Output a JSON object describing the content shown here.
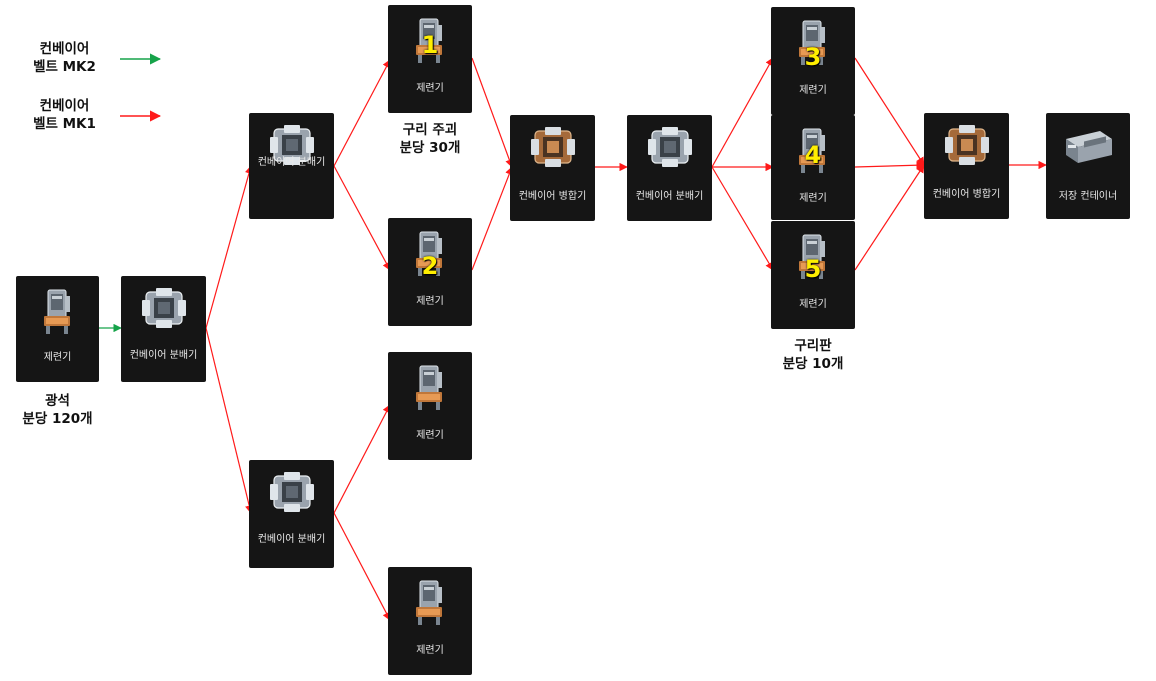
{
  "legend": {
    "mk2": {
      "label": "컨베이어\n벨트 MK2",
      "color": "#16a34a"
    },
    "mk1": {
      "label": "컨베이어\n벨트 MK1",
      "color": "#ff1a1a"
    }
  },
  "nodes": {
    "refiner_source": {
      "label": "제련기",
      "type": "refiner"
    },
    "splitter_main": {
      "label": "컨베이어 분배기",
      "type": "splitter"
    },
    "splitter_upper": {
      "label": "컨베이어 분배기",
      "type": "splitter"
    },
    "splitter_lower": {
      "label": "컨베이어 분배기",
      "type": "splitter"
    },
    "refiner_1": {
      "label": "제련기",
      "type": "refiner",
      "number": "1"
    },
    "refiner_2": {
      "label": "제련기",
      "type": "refiner",
      "number": "2"
    },
    "refiner_lower_a": {
      "label": "제련기",
      "type": "refiner"
    },
    "refiner_lower_b": {
      "label": "제련기",
      "type": "refiner"
    },
    "merger_1": {
      "label": "컨베이어 병합기",
      "type": "merger"
    },
    "splitter_mid": {
      "label": "컨베이어 분배기",
      "type": "splitter"
    },
    "refiner_3": {
      "label": "제련기",
      "type": "refiner",
      "number": "3"
    },
    "refiner_4": {
      "label": "제련기",
      "type": "refiner",
      "number": "4"
    },
    "refiner_5": {
      "label": "제련기",
      "type": "refiner",
      "number": "5"
    },
    "merger_2": {
      "label": "컨베이어 병합기",
      "type": "merger"
    },
    "storage": {
      "label": "저장 컨테이너",
      "type": "storage"
    }
  },
  "captions": {
    "ore": "광석\n분당 120개",
    "copper_ore": "구리 주괴\n분당 30개",
    "copper_plate": "구리판\n분당 10개"
  },
  "edges": [
    {
      "from": "refiner_source",
      "to": "splitter_main",
      "belt": "mk2"
    },
    {
      "from": "splitter_main",
      "to": "splitter_upper",
      "belt": "mk1"
    },
    {
      "from": "splitter_main",
      "to": "splitter_lower",
      "belt": "mk1"
    },
    {
      "from": "splitter_upper",
      "to": "refiner_1",
      "belt": "mk1"
    },
    {
      "from": "splitter_upper",
      "to": "refiner_2",
      "belt": "mk1"
    },
    {
      "from": "splitter_lower",
      "to": "refiner_lower_a",
      "belt": "mk1"
    },
    {
      "from": "splitter_lower",
      "to": "refiner_lower_b",
      "belt": "mk1"
    },
    {
      "from": "refiner_1",
      "to": "merger_1",
      "belt": "mk1"
    },
    {
      "from": "refiner_2",
      "to": "merger_1",
      "belt": "mk1"
    },
    {
      "from": "merger_1",
      "to": "splitter_mid",
      "belt": "mk1"
    },
    {
      "from": "splitter_mid",
      "to": "refiner_3",
      "belt": "mk1"
    },
    {
      "from": "splitter_mid",
      "to": "refiner_4",
      "belt": "mk1"
    },
    {
      "from": "splitter_mid",
      "to": "refiner_5",
      "belt": "mk1"
    },
    {
      "from": "refiner_3",
      "to": "merger_2",
      "belt": "mk1"
    },
    {
      "from": "refiner_4",
      "to": "merger_2",
      "belt": "mk1"
    },
    {
      "from": "refiner_5",
      "to": "merger_2",
      "belt": "mk1"
    },
    {
      "from": "merger_2",
      "to": "storage",
      "belt": "mk1"
    }
  ]
}
